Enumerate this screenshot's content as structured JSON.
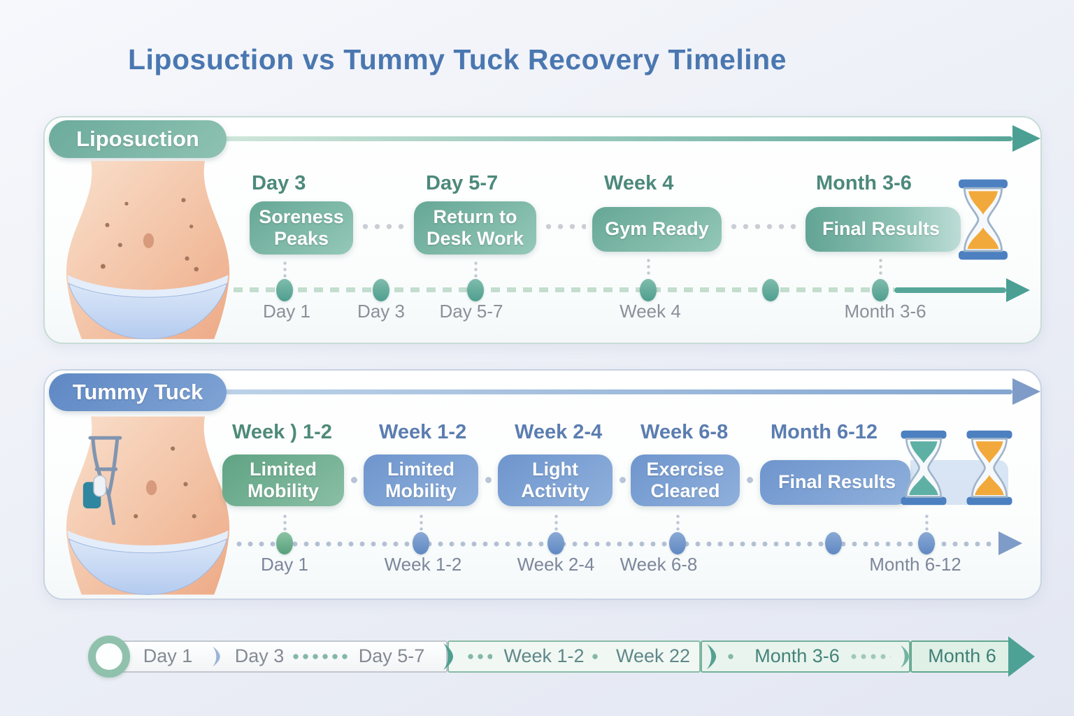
{
  "title": "Liposuction vs Tummy Tuck Recovery Timeline",
  "colors": {
    "title_blue": "#4a77b0",
    "teal_accent": "#5aa596",
    "blue_accent": "#6b92c8",
    "green_accent": "#63a583",
    "hourglass_sand_orange": "#f2a93b",
    "hourglass_sand_teal": "#5fb0a4",
    "hourglass_frame_blue": "#4c80c0"
  },
  "liposuction": {
    "label": "Liposuction",
    "milestones": [
      {
        "time": "Day 3",
        "event": "Soreness Peaks"
      },
      {
        "time": "Day 5-7",
        "event": "Return to Desk Work"
      },
      {
        "time": "Week 4",
        "event": "Gym Ready"
      },
      {
        "time": "Month 3-6",
        "event": "Final Results"
      }
    ],
    "axis": [
      "Day 1",
      "Day 3",
      "Day 5-7",
      "Week 4",
      "Month 3-6"
    ]
  },
  "tummy_tuck": {
    "label": "Tummy Tuck",
    "milestones": [
      {
        "time": "Week ) 1-2",
        "event": "Limited Mobility"
      },
      {
        "time": "Week 1-2",
        "event": "Limited Mobility"
      },
      {
        "time": "Week 2-4",
        "event": "Light Activity"
      },
      {
        "time": "Week 6-8",
        "event": "Exercise Cleared"
      },
      {
        "time": "Month 6-12",
        "event": "Final Results"
      }
    ],
    "axis": [
      "Day 1",
      "Week 1-2",
      "Week 2-4",
      "Week 6-8",
      "Month 6-12"
    ]
  },
  "footer": {
    "items": [
      "Day 1",
      "Day 3",
      "Day 5-7",
      "Week 1-2",
      "Week 22",
      "Month 3-6",
      "Month 6"
    ]
  }
}
